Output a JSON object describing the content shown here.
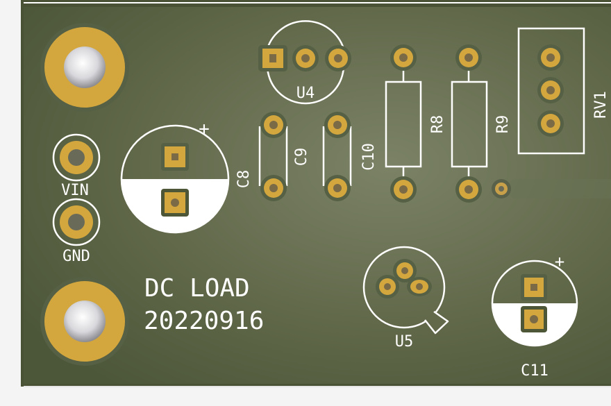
{
  "board": {
    "soldermask_color": "#5c6a4a",
    "pad_color": "#d4a73e",
    "silkscreen_color": "#ffffff",
    "title_line1": "DC LOAD",
    "title_line2": "20220916"
  },
  "connectors": {
    "vin": "VIN",
    "gnd": "GND"
  },
  "components": {
    "u4": "U4",
    "u5": "U5",
    "c8": "C8",
    "c9": "C9",
    "c10": "C10",
    "c11": "C11",
    "r8": "R8",
    "r9": "R9",
    "rv1": "RV1",
    "polarity_plus": "+"
  }
}
